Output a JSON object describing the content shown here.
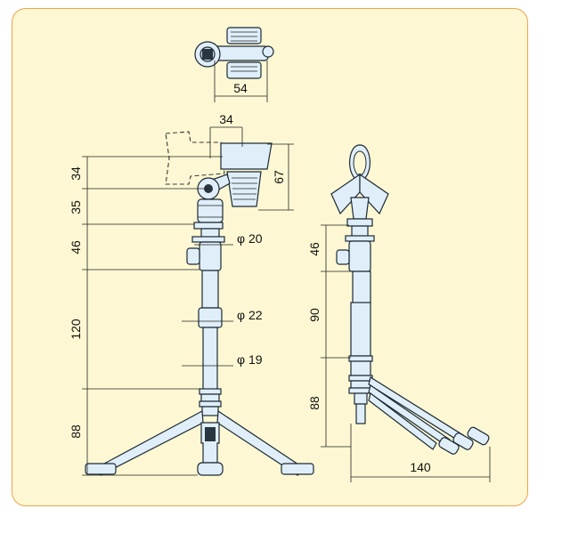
{
  "dimensions": {
    "top_width": "54",
    "clip_width": "34",
    "clip_height": "67",
    "d34": "34",
    "d35": "35",
    "d46_front": "46",
    "d120": "120",
    "d88_front": "88",
    "phi20": "φ 20",
    "phi22": "φ 22",
    "phi19": "φ 19",
    "d46_side": "46",
    "d90": "90",
    "d88_side": "88",
    "base_width": "140"
  },
  "colors": {
    "panel_background": "#fdf8d3",
    "panel_border": "#f2a24a",
    "part_fill": "#dfeef8",
    "part_outline": "#1c2a36"
  }
}
